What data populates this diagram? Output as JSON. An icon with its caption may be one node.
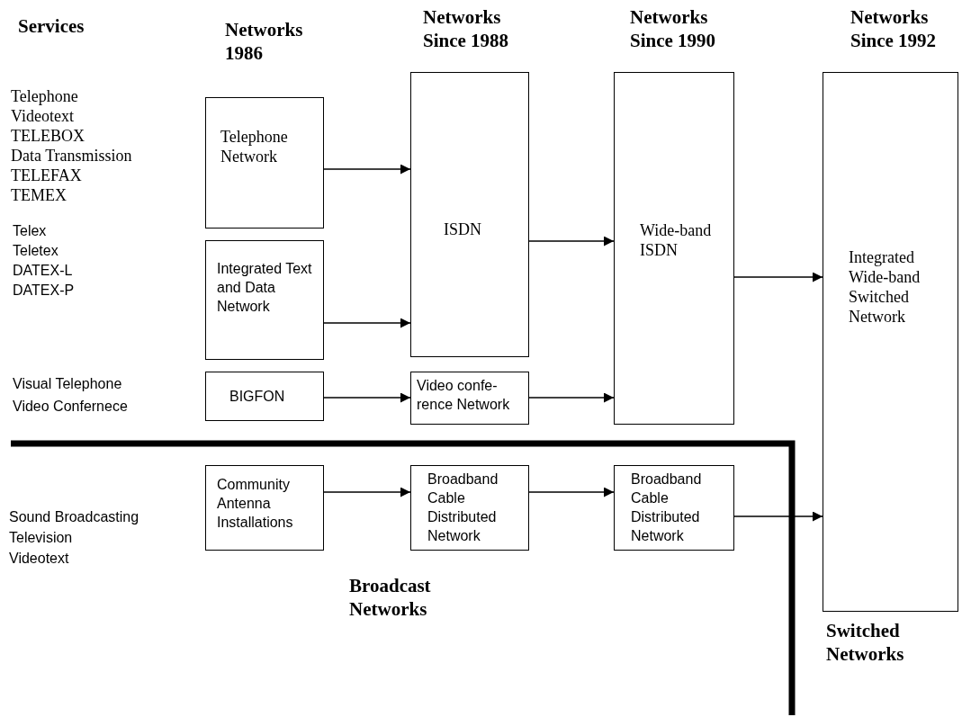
{
  "diagram": {
    "nodes": [
      {
        "text": [
          "Telephone Network"
        ]
      },
      {
        "text": [
          "Integrated Text and Data Network"
        ]
      },
      {
        "text": [
          "BIGFON"
        ]
      },
      {
        "text": [
          "ISDN"
        ]
      },
      {
        "text": [
          "Video confe- rence Network"
        ]
      },
      {
        "text": [
          "Wide-band ISDN"
        ]
      },
      {
        "text": [
          "Integrated Wide-band Switched Network"
        ]
      },
      {
        "text": [
          "Community Antenna Installations"
        ]
      },
      {
        "text": [
          "Broadband Cable Distributed Network"
        ]
      },
      {
        "text": [
          "Broadband Cable Distributed Network"
        ]
      }
    ],
    "edges": [
      {
        "from": 0,
        "to": 3,
        "arrow": "to"
      },
      {
        "from": 1,
        "to": 3,
        "arrow": "to"
      },
      {
        "from": 2,
        "to": 4,
        "arrow": "to"
      },
      {
        "from": 3,
        "to": 5,
        "arrow": "to"
      },
      {
        "from": 4,
        "to": 5,
        "arrow": "to"
      },
      {
        "from": 5,
        "to": 6,
        "arrow": "to"
      },
      {
        "from": 7,
        "to": 8,
        "arrow": "to"
      },
      {
        "from": 8,
        "to": 9,
        "arrow": "to"
      },
      {
        "from": 9,
        "to": 6,
        "arrow": "to"
      }
    ],
    "labels": [
      "Services",
      "Networks 1986",
      "Networks Since 1988",
      "Networks Since 1990",
      "Networks Since 1992",
      "Telephone",
      "Videotext",
      "TELEBOX",
      "Data Transmission",
      "TELEFAX",
      "TEMEX",
      "Telex",
      "Teletex",
      "DATEX-L",
      "DATEX-P",
      "Visual Telephone",
      "Video Confernece",
      "Sound Broadcasting",
      "Television",
      "Videotext",
      "Broadcast Networks",
      "Switched Networks"
    ]
  }
}
